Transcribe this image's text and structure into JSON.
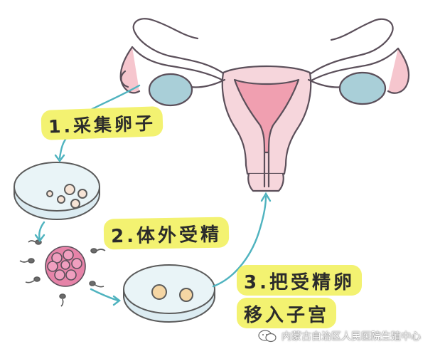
{
  "steps": {
    "step1": "1.采集卵子",
    "step2": "2.体外受精",
    "step3_line1": "3.把受精卵",
    "step3_line2": "移入子宫"
  },
  "watermark": {
    "text": "内蒙古自治区人民医院生殖中心",
    "icon": "wechat-icon"
  },
  "colors": {
    "highlight": "#f3f271",
    "arrow": "#4fb3bf",
    "uterus": "#f6c6ce",
    "ovary": "#a9cfd8",
    "embryo": "#e683a8"
  }
}
